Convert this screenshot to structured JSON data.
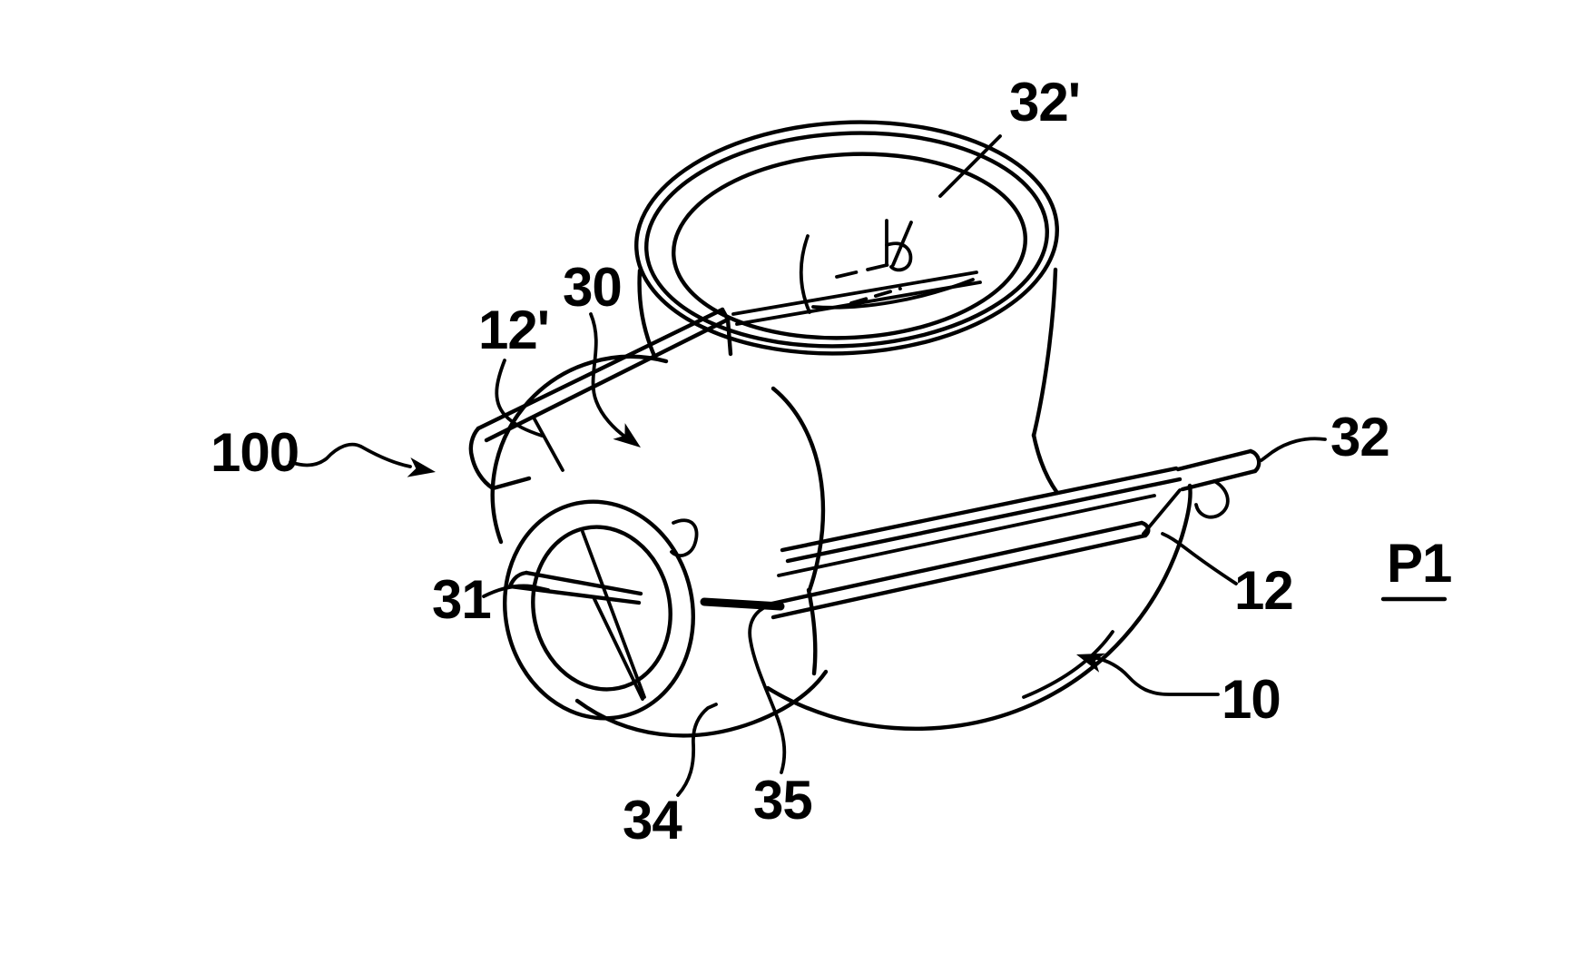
{
  "figure": {
    "kind": "patent-style isometric line drawing",
    "subject": "T-shaped valve body / pipe fitting assembly with top opening, side actuator housing and mounting rails",
    "background_color": "#ffffff",
    "line_color": "#000000"
  },
  "labels": [
    {
      "id": "100",
      "text": "100",
      "underlined": false
    },
    {
      "id": "12p",
      "text": "12'",
      "underlined": false
    },
    {
      "id": "30",
      "text": "30",
      "underlined": false
    },
    {
      "id": "32p",
      "text": "32'",
      "underlined": false
    },
    {
      "id": "32",
      "text": "32",
      "underlined": false
    },
    {
      "id": "12",
      "text": "12",
      "underlined": false
    },
    {
      "id": "P1",
      "text": "P1",
      "underlined": true
    },
    {
      "id": "10",
      "text": "10",
      "underlined": false
    },
    {
      "id": "34",
      "text": "34",
      "underlined": false
    },
    {
      "id": "35",
      "text": "35",
      "underlined": false
    },
    {
      "id": "31",
      "text": "31",
      "underlined": false
    }
  ]
}
